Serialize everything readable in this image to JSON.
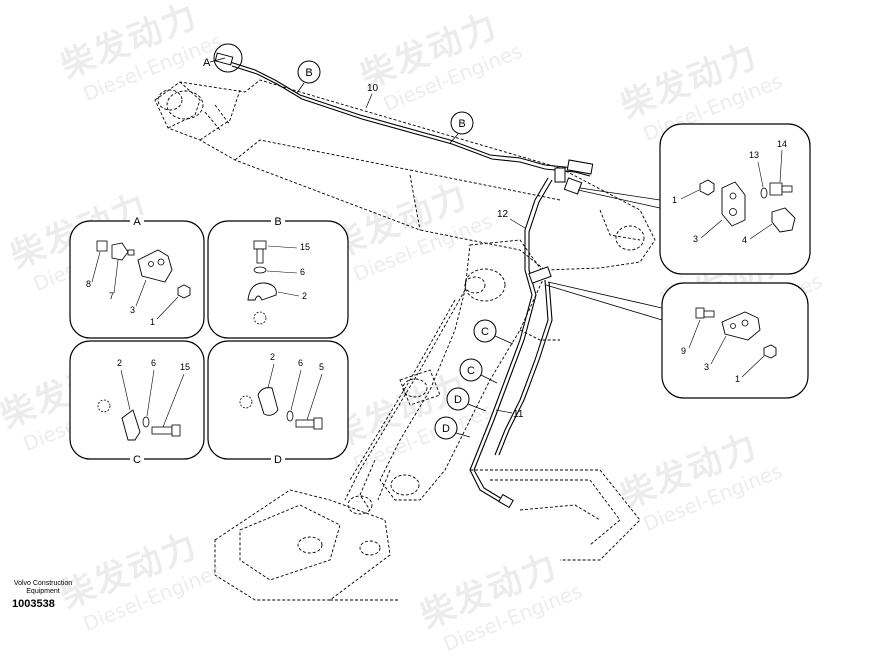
{
  "watermark": {
    "cn": "柴发动力",
    "en": "Diesel-Engines"
  },
  "callouts": {
    "b": "B",
    "c": "C",
    "d": "D",
    "a": "A"
  },
  "part_numbers": {
    "p1": "1",
    "p2": "2",
    "p3": "3",
    "p4": "4",
    "p5": "5",
    "p6": "6",
    "p7": "7",
    "p8": "8",
    "p9": "9",
    "p10": "10",
    "p11": "11",
    "p12": "12",
    "p13": "13",
    "p14": "14",
    "p15": "15"
  },
  "detail_titles": {
    "a": "A",
    "b": "B",
    "c": "C",
    "d": "D"
  },
  "footer": {
    "line1": "Volvo Construction",
    "line2": "Equipment",
    "doc_number": "1003538"
  }
}
